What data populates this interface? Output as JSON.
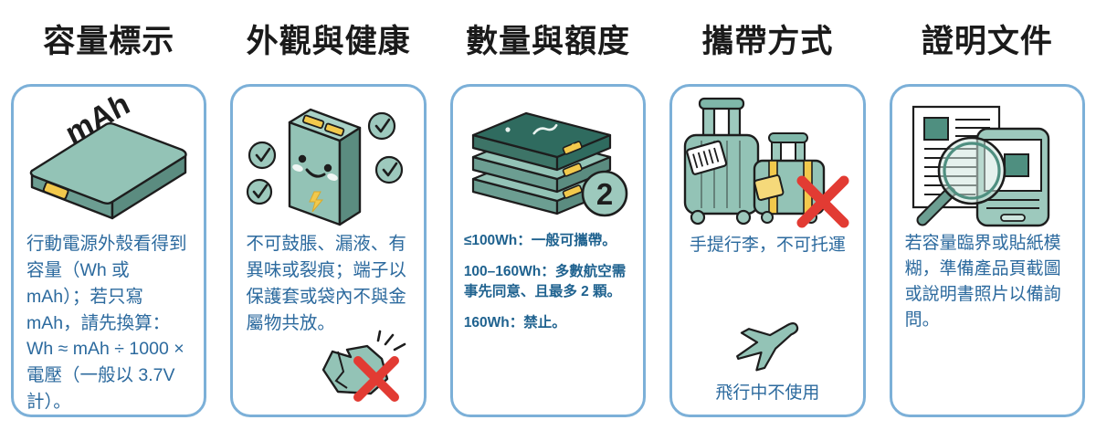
{
  "theme": {
    "card_border_color": "#7cb0d8",
    "body_text_color": "#2c6a9e",
    "title_color": "#1a1a1a",
    "device_green": "#8dbfb2",
    "device_dark_green": "#2f6b5f",
    "accent_yellow": "#f2c94c",
    "danger_red": "#e23b33",
    "background": "#ffffff"
  },
  "columns": [
    {
      "id": "capacity-label",
      "title": "容量標示",
      "illustration": "power-bank-mah-icon",
      "illustration_label": "mAh",
      "body": "行動電源外殼看得到容量（Wh 或 mAh）；若只寫 mAh，請先換算：Wh ≈ mAh ÷ 1000 × 電壓（一般以 3.7V 計）。"
    },
    {
      "id": "appearance-health",
      "title": "外觀與健康",
      "illustration": "happy-power-bank-icon",
      "secondary_illustration": "damaged-battery-crossed-icon",
      "body": "不可鼓脹、漏液、有異味或裂痕；端子以保護套或袋內不與金屬物共放。"
    },
    {
      "id": "quantity-limit",
      "title": "數量與額度",
      "illustration": "stacked-power-banks-icon",
      "badge": "2",
      "rules": [
        {
          "range": "≤100Wh",
          "sep": "：",
          "text": "一般可攜帶。"
        },
        {
          "range": "100–160Wh",
          "sep": "：",
          "text": "多數航空需事先同意、且最多 2 顆。"
        },
        {
          "range": "160Wh",
          "sep": "：",
          "text": "禁止。"
        }
      ]
    },
    {
      "id": "carry-method",
      "title": "攜帶方式",
      "illustration": "suitcases-carryon-vs-checked-icon",
      "body": "手提行李，不可托運",
      "mid_illustration": "airplane-icon",
      "footer": "飛行中不使用"
    },
    {
      "id": "proof-documents",
      "title": "證明文件",
      "illustration": "document-phone-magnifier-icon",
      "body": "若容量臨界或貼紙模糊，準備產品頁截圖或說明書照片以備詢問。"
    }
  ]
}
